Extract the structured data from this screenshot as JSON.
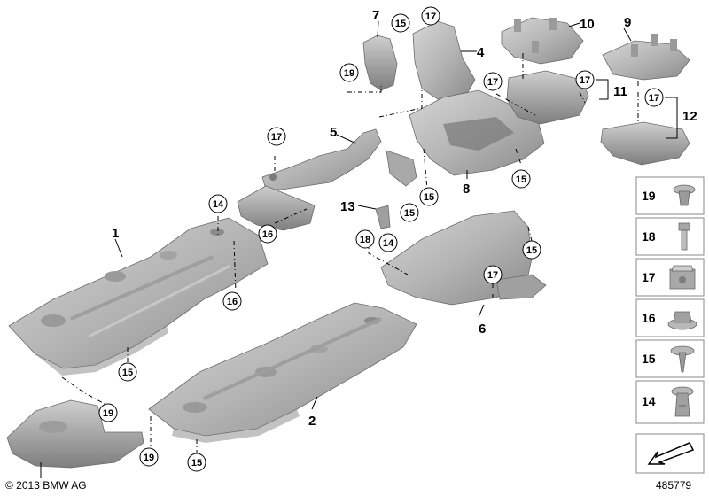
{
  "part_labels": [
    "1",
    "2",
    "4",
    "5",
    "6",
    "7",
    "8",
    "9",
    "10",
    "11",
    "12",
    "13"
  ],
  "circled_labels": [
    "14",
    "15",
    "16",
    "17",
    "18",
    "19"
  ],
  "legend": [
    {
      "number": "19",
      "icon": "push-rivet-icon"
    },
    {
      "number": "18",
      "icon": "bolt-icon"
    },
    {
      "number": "17",
      "icon": "clip-nut-icon"
    },
    {
      "number": "16",
      "icon": "flange-nut-icon"
    },
    {
      "number": "15",
      "icon": "screw-icon"
    },
    {
      "number": "14",
      "icon": "expanding-rivet-icon"
    }
  ],
  "footer": {
    "copyright": "© 2013 BMW AG",
    "diagram_number": "485779"
  },
  "colors": {
    "panel_fill": "#b9b9b9",
    "panel_shade": "#8f8f8f",
    "panel_dark": "#6e6e6e"
  }
}
